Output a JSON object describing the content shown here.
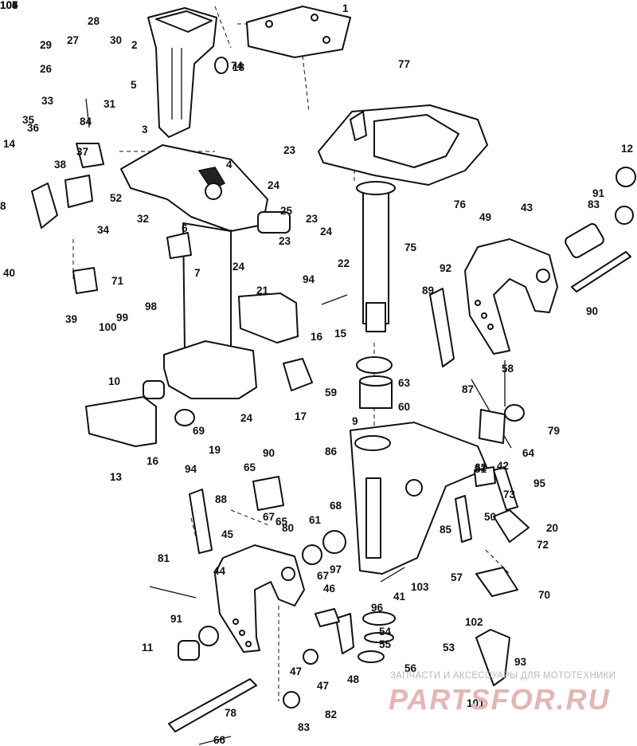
{
  "diagram": {
    "callouts": [
      "1",
      "2",
      "3",
      "4",
      "5",
      "6",
      "7",
      "8",
      "9",
      "10",
      "11",
      "12",
      "13",
      "14",
      "15",
      "16",
      "16",
      "17",
      "18",
      "19",
      "20",
      "21",
      "22",
      "23",
      "23",
      "23",
      "24",
      "24",
      "24",
      "24",
      "25",
      "26",
      "27",
      "28",
      "29",
      "30",
      "31",
      "32",
      "33",
      "34",
      "35",
      "36",
      "37",
      "38",
      "39",
      "40",
      "41",
      "42",
      "43",
      "44",
      "45",
      "46",
      "47",
      "47",
      "48",
      "49",
      "50",
      "51",
      "52",
      "53",
      "54",
      "55",
      "56",
      "57",
      "58",
      "59",
      "60",
      "61",
      "62",
      "63",
      "64",
      "65",
      "65",
      "66",
      "67",
      "67",
      "68",
      "69",
      "70",
      "71",
      "72",
      "73",
      "74",
      "75",
      "76",
      "77",
      "78",
      "79",
      "80",
      "81",
      "82",
      "83",
      "83",
      "84",
      "85",
      "86",
      "87",
      "88",
      "89",
      "90",
      "90",
      "91",
      "91",
      "92",
      "93",
      "94",
      "94",
      "95",
      "96",
      "97",
      "98",
      "99",
      "100",
      "101",
      "102",
      "103",
      "104",
      "105",
      "106",
      "107"
    ]
  },
  "watermark": {
    "caption": "ЗАПЧАСТИ И АКСЕССУАРЫ ДЛЯ МОТОТЕХНИКИ",
    "logo_text": "PARTSFOR.RU",
    "color": "#e5b4b4"
  }
}
